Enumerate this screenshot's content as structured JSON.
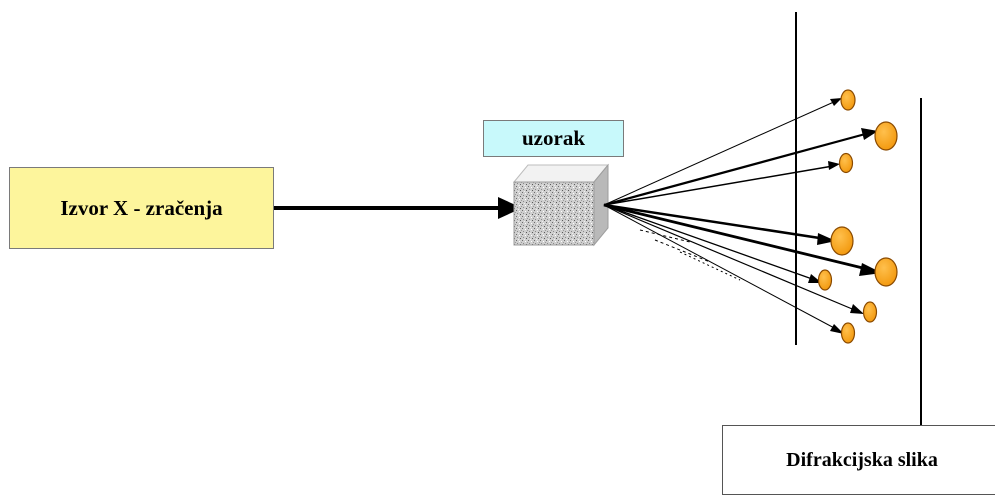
{
  "labels": {
    "source": "Izvor X - zračenja",
    "sample": "uzorak",
    "pattern": "Difrakcijska slika"
  },
  "colors": {
    "source_fill": "#fdf59c",
    "sample_label_fill": "#c8f9fb",
    "spot_fill": "#f7a51d",
    "spot_stroke": "#8a4a00",
    "line": "#000000"
  },
  "icons": {
    "sample": "granular-cube-icon",
    "spots": "diffraction-spot-icon"
  }
}
